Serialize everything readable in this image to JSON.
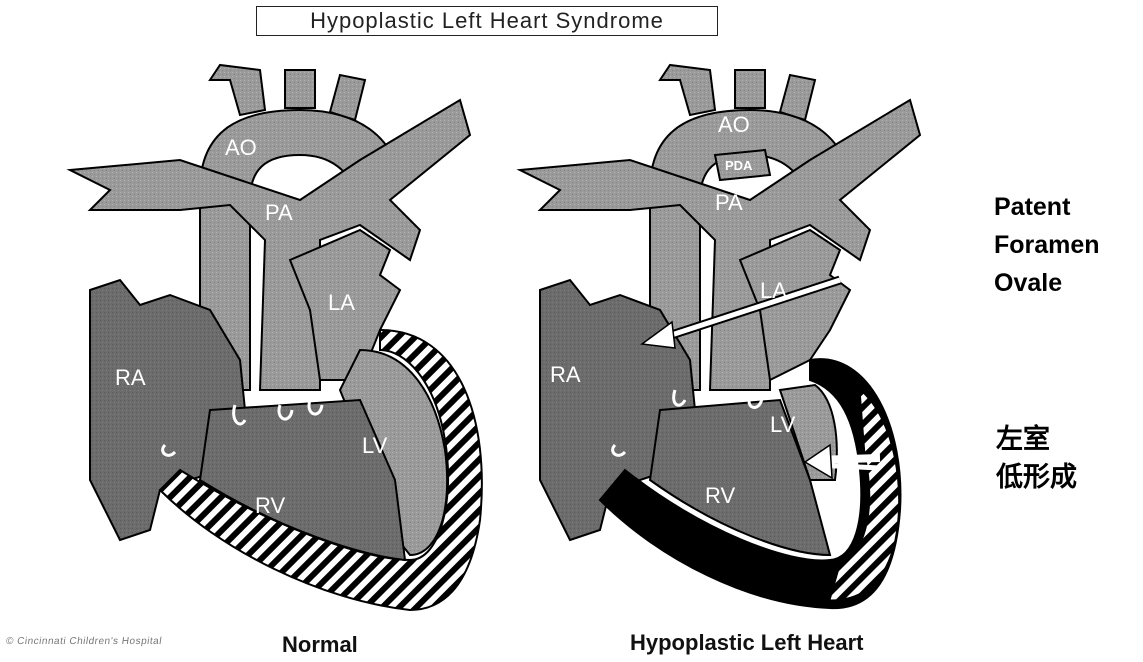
{
  "title": "Hypoplastic Left Heart Syndrome",
  "normal_heart": {
    "caption": "Normal",
    "labels": {
      "ao": "AO",
      "pa": "PA",
      "la": "LA",
      "ra": "RA",
      "lv": "LV",
      "rv": "RV"
    }
  },
  "hypoplastic_heart": {
    "caption": "Hypoplastic Left Heart",
    "labels": {
      "ao": "AO",
      "pda": "PDA",
      "pa": "PA",
      "la": "LA",
      "ra": "RA",
      "lv": "LV",
      "rv": "RV"
    }
  },
  "annotations": {
    "pfo": [
      "Patent",
      "Foramen",
      "Ovale"
    ],
    "lv_hypoplasia": [
      "左室",
      "低形成"
    ]
  },
  "watermark": "© Cincinnati Children's Hospital",
  "colors": {
    "vessel": "#9c9c9c",
    "chamber_dark": "#6e6e6e",
    "chamber_mid": "#8a8a8a",
    "outline": "#000000",
    "arrow": "#ffffff"
  }
}
